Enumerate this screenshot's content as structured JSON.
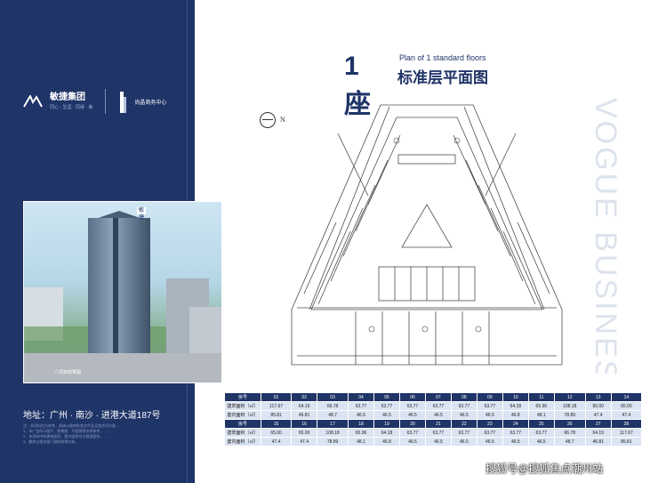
{
  "left": {
    "logo_text": "敏捷集团",
    "logo_sub": "同心 · 生涯 · 同得 · 美",
    "center_name": "尚晶商务中心",
    "photo_badge": "敏捷",
    "photo_caption": "△项目效果图",
    "address": "地址：广州 · 南沙 · 进港大道187号",
    "fineprint": [
      "注：本资料仅为参考，具体以政府批准文件及买卖合同为准……",
      "1、本广告所示图片、效果图、平面图等仅供参考，……",
      "2、本资料中的建筑面积、套内面积均为预测面积，……",
      "3、最终以相关部门测绘结果为准。"
    ]
  },
  "title": {
    "big": "1座",
    "en": "Plan of 1 standard floors",
    "cn": "标准层平面图"
  },
  "compass_label": "N",
  "watermark_vertical": "VOGUE BUSINESS CEN",
  "table": {
    "label_room": "房号",
    "label_build": "建筑面积（㎡）",
    "label_inner": "套内面积（㎡）",
    "rooms_a": [
      "01",
      "02",
      "03",
      "04",
      "05",
      "06",
      "07",
      "08",
      "09",
      "10",
      "11",
      "12",
      "13",
      "14"
    ],
    "build_a": [
      "117.67",
      "64.19",
      "66.78",
      "63.77",
      "63.77",
      "63.77",
      "63.77",
      "63.77",
      "63.77",
      "64.18",
      "65.96",
      "108.18",
      "65.00",
      "65.00"
    ],
    "inner_a": [
      "85.81",
      "46.81",
      "48.7",
      "46.5",
      "46.5",
      "46.5",
      "46.5",
      "46.5",
      "46.5",
      "46.8",
      "48.1",
      "78.89",
      "47.4",
      "47.4"
    ],
    "rooms_b": [
      "15",
      "16",
      "17",
      "18",
      "19",
      "20",
      "21",
      "22",
      "23",
      "24",
      "25",
      "26",
      "27",
      "28"
    ],
    "build_b": [
      "65.00",
      "65.00",
      "108.18",
      "65.96",
      "64.18",
      "63.77",
      "63.77",
      "63.77",
      "63.77",
      "63.77",
      "63.77",
      "66.78",
      "64.19",
      "117.67"
    ],
    "inner_b": [
      "47.4",
      "47.4",
      "78.89",
      "48.1",
      "46.8",
      "46.5",
      "46.5",
      "46.5",
      "46.5",
      "46.5",
      "46.5",
      "48.7",
      "46.81",
      "85.81"
    ]
  },
  "footer_watermark": "搜狐号@搜狐焦点潮州站",
  "colors": {
    "navy": "#1f3467",
    "table_row": "#dbe4f2"
  }
}
